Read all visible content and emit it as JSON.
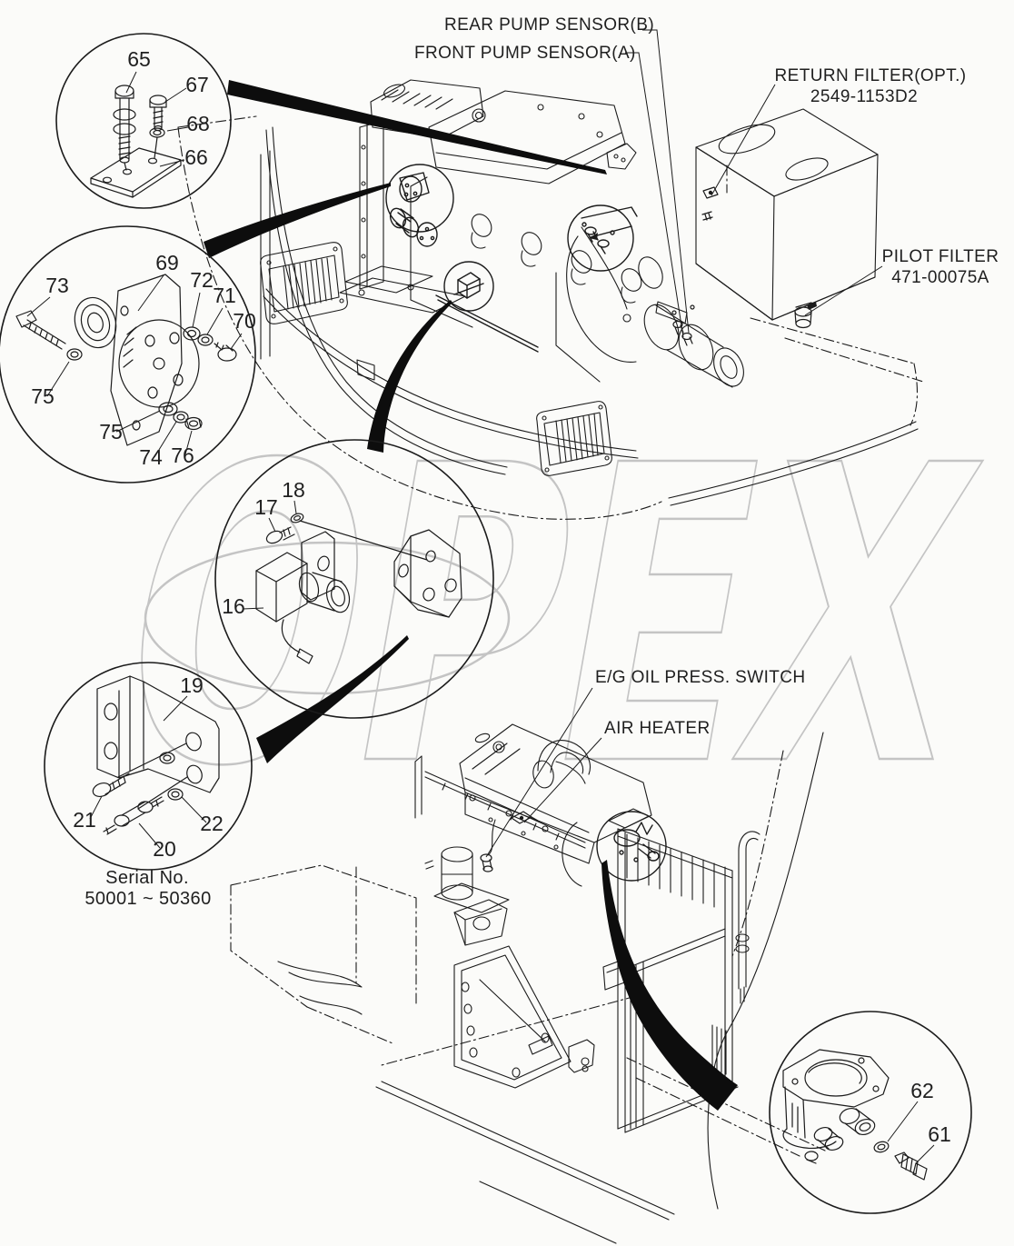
{
  "page": {
    "background": "#fbfbf9"
  },
  "colors": {
    "line": "#1b1b1b",
    "text": "#1f1f1f",
    "watermark": "#c4c4c4",
    "swoosh": "#0d0d0d"
  },
  "watermark_text": "OPEX",
  "labels": {
    "rear_pump_sensor": "REAR PUMP SENSOR(B)",
    "front_pump_sensor": "FRONT PUMP SENSOR(A)",
    "return_filter_name": "RETURN FILTER(OPT.)",
    "return_filter_part_no": "2549-1153D2",
    "pilot_filter_name": "PILOT FILTER",
    "pilot_filter_part_no": "471-00075A",
    "eg_oil_press_switch": "E/G OIL PRESS. SWITCH",
    "air_heater": "AIR HEATER",
    "serial_caption": "Serial No.",
    "serial_range": "50001 ~ 50360"
  },
  "part_numbers": {
    "p16": "16",
    "p17": "17",
    "p18": "18",
    "p19": "19",
    "p20": "20",
    "p21": "21",
    "p22": "22",
    "p61": "61",
    "p62": "62",
    "p65": "65",
    "p66": "66",
    "p67": "67",
    "p68": "68",
    "p69": "69",
    "p70": "70",
    "p71": "71",
    "p72": "72",
    "p73": "73",
    "p74": "74",
    "p75": "75",
    "p76": "76"
  }
}
